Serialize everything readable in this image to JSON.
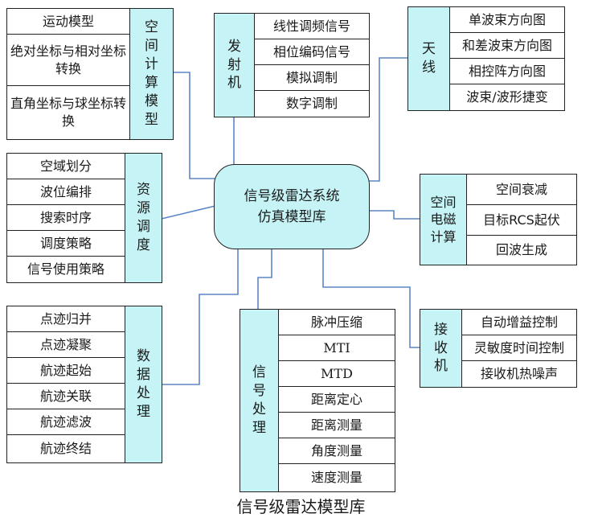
{
  "center": {
    "line1": "信号级雷达系统",
    "line2": "仿真模型库"
  },
  "caption": "信号级雷达模型库",
  "groups": {
    "space_calc": {
      "title": "空间计算模型",
      "items": [
        "运动模型",
        "绝对坐标与相对坐标转换",
        "直角坐标与球坐标转换"
      ]
    },
    "resource": {
      "title": "资源调度",
      "items": [
        "空域划分",
        "波位编排",
        "搜索时序",
        "调度策略",
        "信号使用策略"
      ]
    },
    "data_proc": {
      "title": "数据处理",
      "items": [
        "点迹归并",
        "点迹凝聚",
        "航迹起始",
        "航迹关联",
        "航迹滤波",
        "航迹终结"
      ]
    },
    "transmitter": {
      "title": "发射机",
      "items": [
        "线性调频信号",
        "相位编码信号",
        "模拟调制",
        "数字调制"
      ]
    },
    "antenna": {
      "title": "天线",
      "items": [
        "单波束方向图",
        "和差波束方向图",
        "相控阵方向图",
        "波束/波形捷变"
      ]
    },
    "em_space": {
      "title": "空间电磁计算",
      "items": [
        "空间衰减",
        "目标RCS起伏",
        "回波生成"
      ]
    },
    "receiver": {
      "title": "接收机",
      "items": [
        "自动增益控制",
        "灵敏度时间控制",
        "接收机热噪声"
      ]
    },
    "sig_proc": {
      "title": "信号处理",
      "items": [
        "脉冲压缩",
        "MTI",
        "MTD",
        "距离定心",
        "距离测量",
        "角度测量",
        "速度测量"
      ]
    }
  },
  "colors": {
    "box_fill": "#c6f4f6",
    "connector": "#5b86c6",
    "border": "#222222"
  }
}
